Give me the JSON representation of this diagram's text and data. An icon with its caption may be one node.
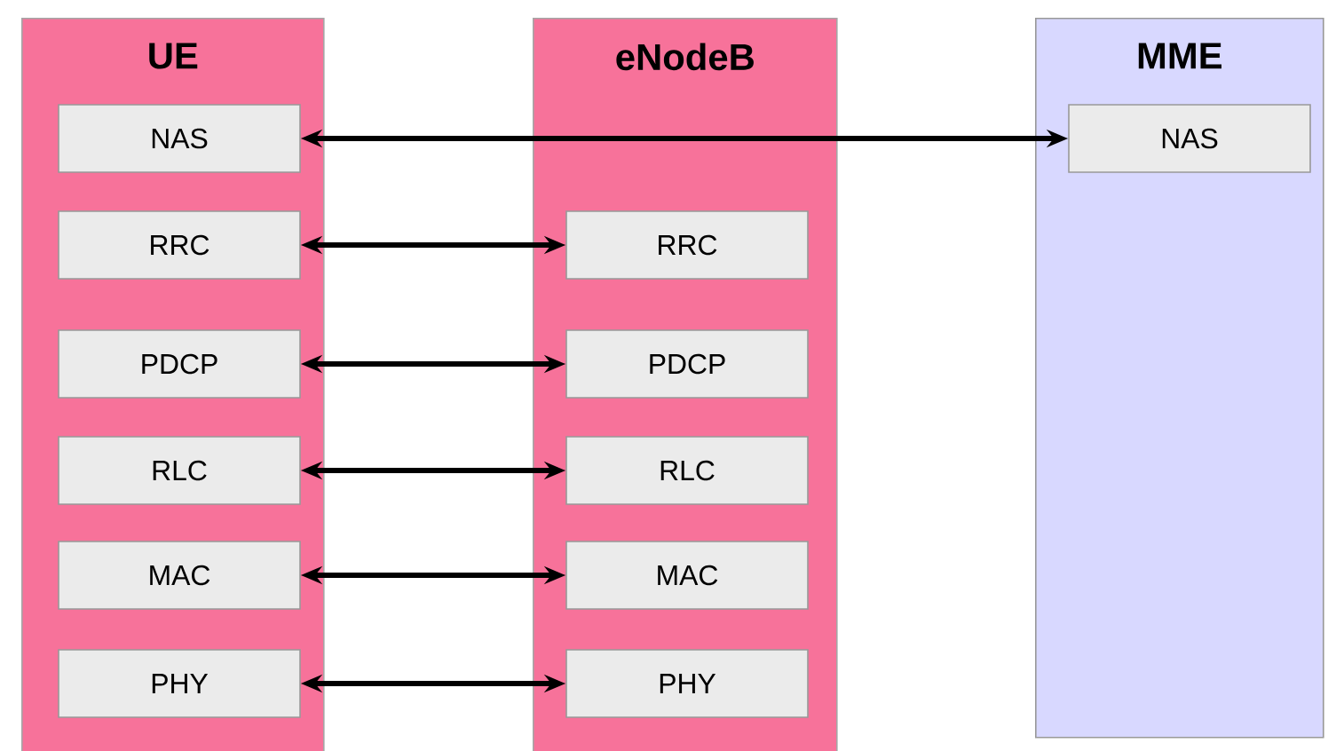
{
  "diagram": {
    "nodes": [
      {
        "text": [
          "UE"
        ]
      },
      {
        "text": [
          "NAS"
        ],
        "in": 0
      },
      {
        "text": [
          "RRC"
        ],
        "in": 0
      },
      {
        "text": [
          "PDCP"
        ],
        "in": 0
      },
      {
        "text": [
          "RLC"
        ],
        "in": 0
      },
      {
        "text": [
          "MAC"
        ],
        "in": 0
      },
      {
        "text": [
          "PHY"
        ],
        "in": 0
      },
      {
        "text": [
          "eNodeB"
        ]
      },
      {
        "text": [
          "RRC"
        ],
        "in": 7
      },
      {
        "text": [
          "PDCP"
        ],
        "in": 7
      },
      {
        "text": [
          "RLC"
        ],
        "in": 7
      },
      {
        "text": [
          "MAC"
        ],
        "in": 7
      },
      {
        "text": [
          "PHY"
        ],
        "in": 7
      },
      {
        "text": [
          "MME"
        ]
      },
      {
        "text": [
          "NAS"
        ],
        "in": 13
      }
    ],
    "edges": [
      {
        "from": 1,
        "to": 14,
        "arrow": "both"
      },
      {
        "from": 2,
        "to": 8,
        "arrow": "both"
      },
      {
        "from": 3,
        "to": 9,
        "arrow": "both"
      },
      {
        "from": 4,
        "to": 10,
        "arrow": "both"
      },
      {
        "from": 5,
        "to": 11,
        "arrow": "both"
      },
      {
        "from": 6,
        "to": 12,
        "arrow": "both"
      }
    ]
  }
}
